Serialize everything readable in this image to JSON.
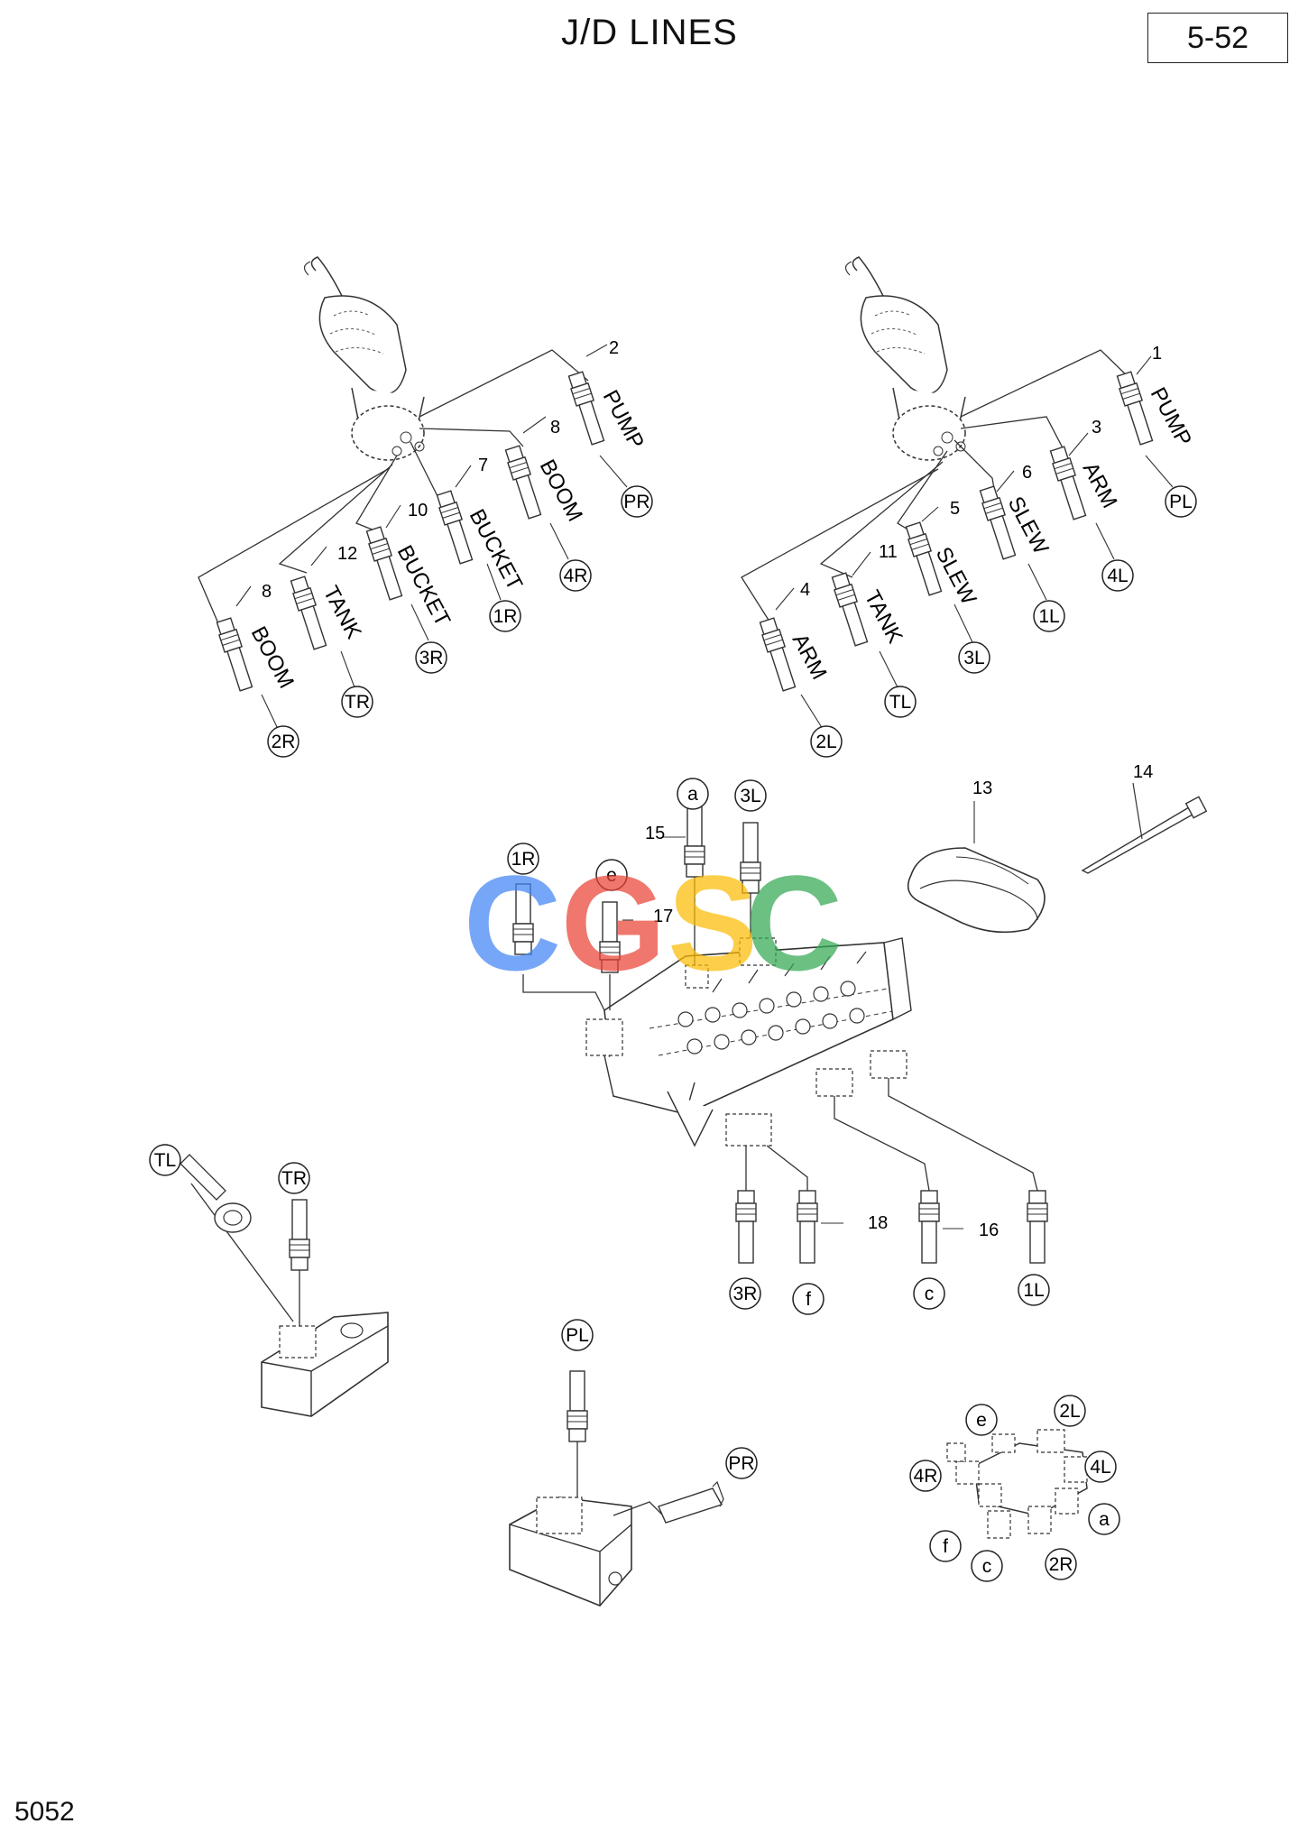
{
  "header": {
    "title": "J/D LINES",
    "page_number": "5-52"
  },
  "footer": {
    "code": "5052"
  },
  "watermark": {
    "text": "CGSC",
    "colors": [
      "#4285F4",
      "#EA4335",
      "#FBBC05",
      "#34A853"
    ]
  },
  "part_numbers": [
    "1",
    "2",
    "3",
    "4",
    "5",
    "6",
    "7",
    "8",
    "8",
    "10",
    "11",
    "12",
    "13",
    "14",
    "15",
    "16",
    "17",
    "18"
  ],
  "hose_labels": [
    "PUMP",
    "BOOM",
    "BUCKET",
    "TANK",
    "BUCKET",
    "BOOM",
    "PUMP",
    "ARM",
    "SLEW",
    "SLEW",
    "TANK",
    "ARM"
  ],
  "tags": [
    "PR",
    "4R",
    "1R",
    "3R",
    "TR",
    "2R",
    "PL",
    "4L",
    "1L",
    "3L",
    "TL",
    "2L",
    "a",
    "3L",
    "1R",
    "e",
    "3R",
    "f",
    "c",
    "1L",
    "TL",
    "TR",
    "PL",
    "PR",
    "e",
    "2L",
    "4R",
    "4L",
    "a",
    "f",
    "c",
    "2R"
  ]
}
